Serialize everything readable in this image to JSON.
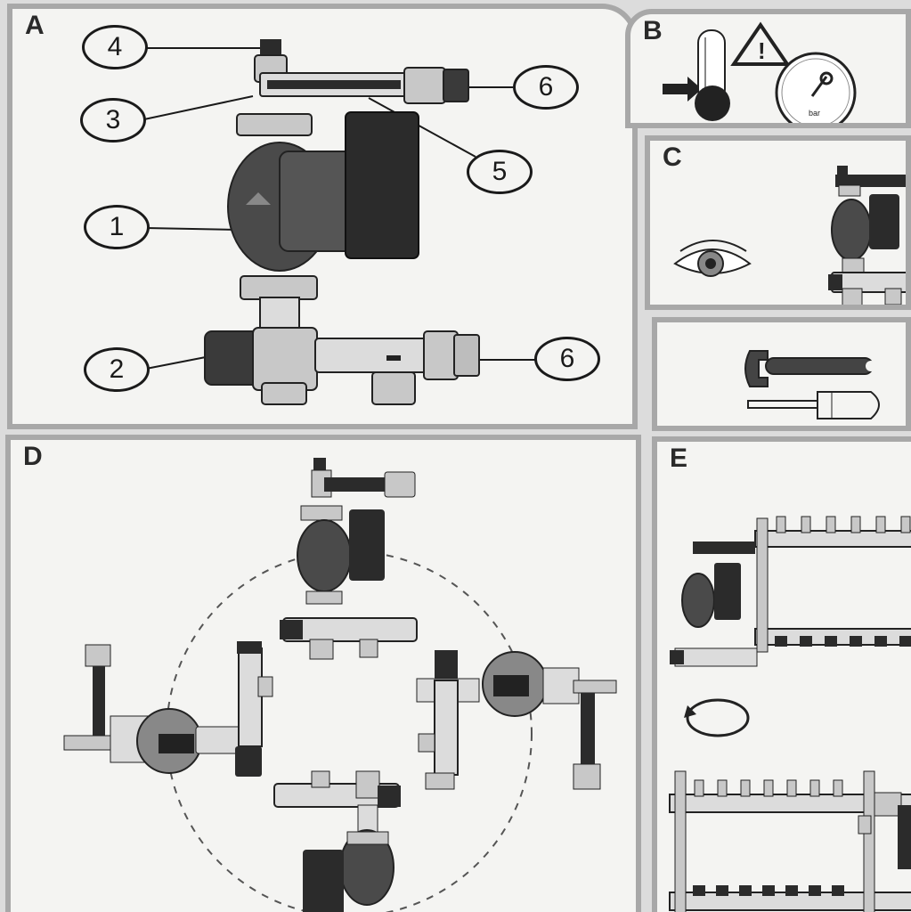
{
  "panels": {
    "a": {
      "letter": "A"
    },
    "b": {
      "letter": "B"
    },
    "c": {
      "letter": "C"
    },
    "tools": {
      "letter": ""
    },
    "d": {
      "letter": "D"
    },
    "e": {
      "letter": "E"
    }
  },
  "callouts": [
    "4",
    "3",
    "6",
    "5",
    "1",
    "2",
    "6"
  ],
  "gauge": {
    "unit": "bar"
  },
  "colors": {
    "background": "#dcdcdc",
    "panel": "#f4f4f2",
    "panel_border": "#a8a8a8",
    "ink": "#1a1a1a",
    "metal": "#c8c8c8",
    "dark": "#2b2b2b"
  },
  "icons": [
    "thermometer-icon",
    "warning-triangle-icon",
    "pressure-gauge-icon",
    "eye-icon",
    "wrench-icon",
    "screwdriver-icon",
    "rotate-arrow-icon"
  ]
}
